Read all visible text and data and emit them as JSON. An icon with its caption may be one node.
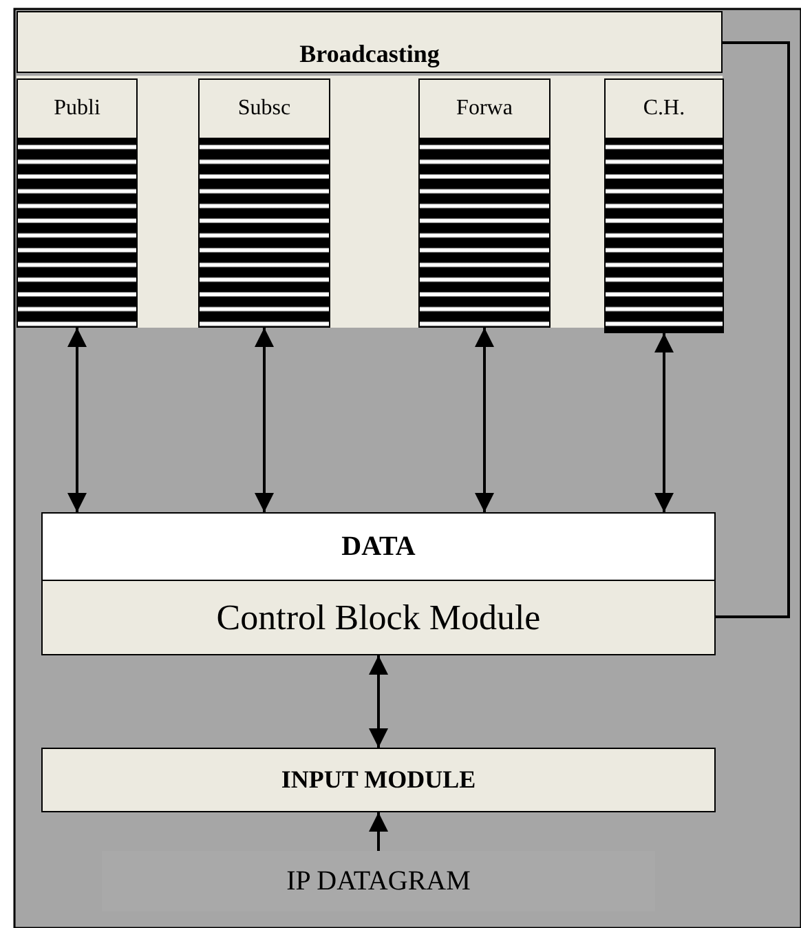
{
  "diagram": {
    "nodes": [
      {
        "text": [
          "Broadcasting"
        ]
      },
      {
        "text": [
          "Publi"
        ]
      },
      {
        "text": [
          "Subsc"
        ]
      },
      {
        "text": [
          "Forwa"
        ]
      },
      {
        "text": [
          "C.H."
        ]
      },
      {
        "text": [
          "DATA",
          "Control Block Module"
        ]
      },
      {
        "text": [
          "INPUT MODULE"
        ]
      },
      {
        "text": [
          "IP DATAGRAM"
        ]
      }
    ],
    "edges": [
      {
        "from": 1,
        "to": 5,
        "arrow": "both"
      },
      {
        "from": 2,
        "to": 5,
        "arrow": "both"
      },
      {
        "from": 3,
        "to": 5,
        "arrow": "both"
      },
      {
        "from": 4,
        "to": 5,
        "arrow": "both"
      },
      {
        "from": 0,
        "to": 5,
        "arrow": "none"
      },
      {
        "from": 5,
        "to": 6,
        "arrow": "both"
      },
      {
        "from": 7,
        "to": 6,
        "arrow": "to"
      }
    ]
  }
}
